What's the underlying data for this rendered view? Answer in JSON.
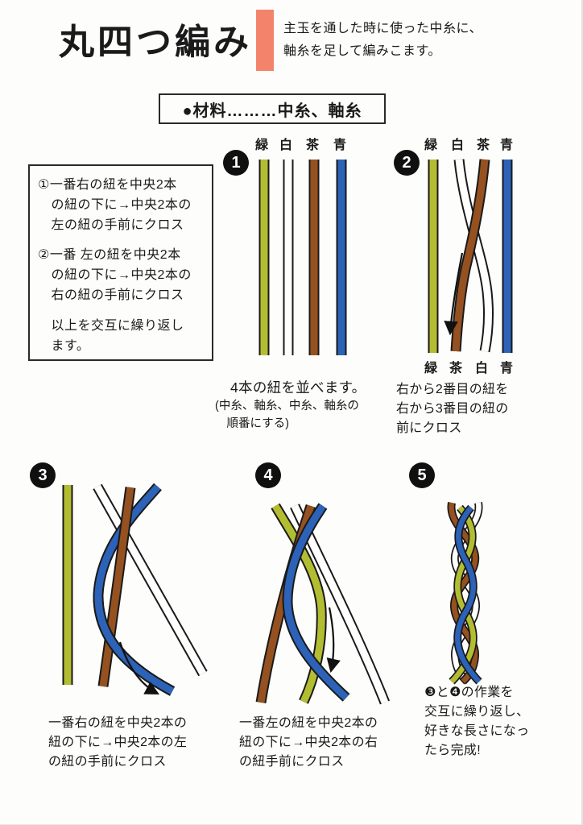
{
  "page": {
    "background": "#fdfdfb"
  },
  "header": {
    "title": "丸四つ編み",
    "subtitle": "主玉を通した時に使った中糸に、\n軸糸を足して編みこます。"
  },
  "materials": {
    "label": "●材料………中糸、軸糸"
  },
  "instructions": {
    "item1": "①一番右の紐を中央2本\n　の紐の下に→中央2本の\n　左の紐の手前にクロス",
    "item2": "②一番 左の紐を中央2本\n　の紐の下に→中央2本の\n　右の紐の手前にクロス",
    "item3": "　以上を交互に繰り返し\n　ます。"
  },
  "colors": {
    "green": "#b3bd31",
    "white": "#ffffff",
    "brown": "#955120",
    "blue": "#2c62b8",
    "outline": "#1a1a1a",
    "accent": "#f4836b",
    "ink": "#111111"
  },
  "steps": {
    "s1": {
      "number": "1",
      "labels_top": [
        "緑",
        "白",
        "茶",
        "青"
      ],
      "caption": "4本の紐を並べます。",
      "caption_sub": "(中糸、軸糸、中糸、軸糸の\n　順番にする)"
    },
    "s2": {
      "number": "2",
      "labels_top": [
        "緑",
        "白",
        "茶",
        "青"
      ],
      "labels_bottom": [
        "緑",
        "茶",
        "白",
        "青"
      ],
      "caption": "右から2番目の紐を\n右から3番目の紐の\n前にクロス"
    },
    "s3": {
      "number": "3",
      "caption": "一番右の紐を中央2本の\n紐の下に→中央2本の左\nの紐の手前にクロス"
    },
    "s4": {
      "number": "4",
      "caption": "一番左の紐を中央2本の\n紐の下に→中央2本の右\nの紐手前にクロス"
    },
    "s5": {
      "number": "5",
      "caption": "❸と❹の作業を\n交互に繰り返し、\n好きな長さになっ\nたら完成!"
    }
  }
}
